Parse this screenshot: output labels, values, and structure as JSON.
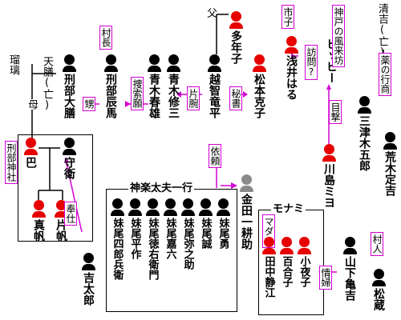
{
  "colors": {
    "relation": "#d400d4",
    "female": "#e60000",
    "male": "#000000",
    "unknown": "#8a8a8a"
  },
  "people": {
    "kiyokichi": "清吉(亡)",
    "oinoue": "天膳(亡)",
    "gyobu_daizen": "刑部大膳",
    "gyobu_tatsuma": "刑部辰馬",
    "aoki_haruo": "青木春雄",
    "aoki_shuzo": "青木修三",
    "ochi_ryuhei": "越智竜平",
    "tago": "多年子",
    "matsumoto_katsuko": "松本克子",
    "asai_haru": "浅井はる",
    "hippy": "ヒッピー",
    "mitsugi_goro": "三津木五郎",
    "araki_sadakichi": "荒木定吉",
    "tomoe": "巴",
    "mamoru": "守衛",
    "maho": "真帆",
    "kataho": "片帆",
    "kichitaro": "吉太郎",
    "kindaichi": "金田一耕助",
    "kawashima_miyo": "川島ミヨ",
    "yamashita_kikichi": "山下亀吉",
    "matsuzo": "松蔵",
    "tanaka_shizue": "田中静江",
    "yuriko": "百合子",
    "sayoko": "小夜子",
    "imao_yu": "妹尾勇",
    "imao_makoto": "妹尾誠",
    "imao_yanosuke": "妹尾弥之助",
    "imao_kaoroku": "妹尾嘉六",
    "imao_tokuemon": "妹尾徳右衛門",
    "imao_heisaku": "妹尾平作",
    "imao_shirobei": "妹尾四郎兵衛"
  },
  "labels": {
    "father": "父",
    "mother": "母",
    "ruri": "瑠璃",
    "muraosa": "村長",
    "ichiko": "市子",
    "kobe_furaibo": "神戸の風来坊",
    "kusuri_gyosho": "薬の行商",
    "sagashi_negai": "捜索願",
    "oi": "甥",
    "katawan": "片腕",
    "hisho": "秘書",
    "homon": "訪問?",
    "mokugeki": "目撃",
    "irai": "依頼",
    "gyobu_jinja": "刑部神社",
    "hoshi": "奉仕",
    "jofu": "情婦",
    "murabito": "村人",
    "madamu": "マダム"
  },
  "groups": {
    "kagura_title": "神楽太夫一行",
    "monami_title": "モナミ"
  }
}
